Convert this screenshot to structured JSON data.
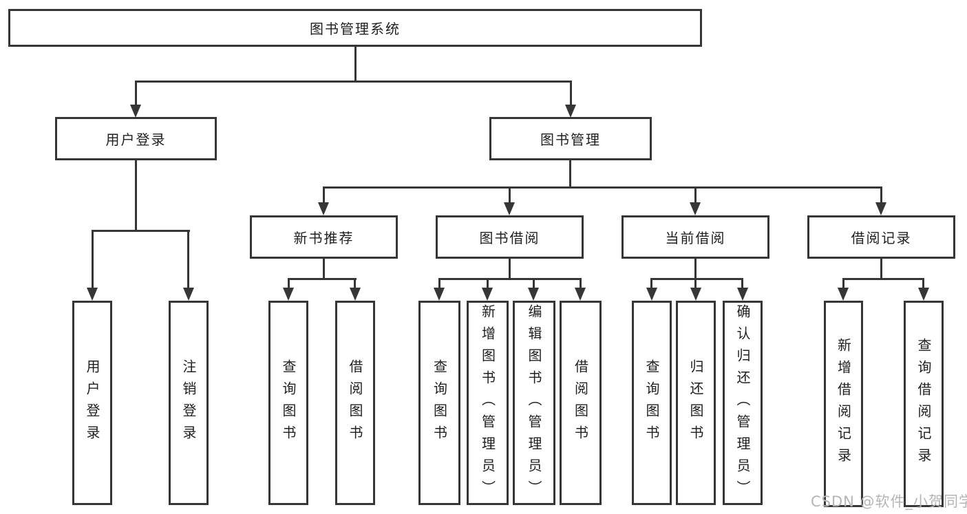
{
  "diagram": {
    "title": "图书管理系统",
    "level2": [
      "用户登录",
      "图书管理"
    ],
    "level3": [
      "新书推荐",
      "图书借阅",
      "当前借阅",
      "借阅记录"
    ],
    "leaves": {
      "user": [
        "用户登录",
        "注销登录"
      ],
      "recommend": [
        "查询图书",
        "借阅图书"
      ],
      "borrow": [
        "查询图书",
        "新增图书（管理员）",
        "编辑图书（管理员）",
        "借阅图书"
      ],
      "current": [
        "查询图书",
        "归还图书",
        "确认归还（管理员）"
      ],
      "records": [
        "新增借阅记录",
        "查询借阅记录"
      ]
    }
  },
  "watermark": "CSDN @软件_小贺同学",
  "colors": {
    "line": "#363636",
    "text": "#1f1f1f",
    "watermark": "#b5b5b5",
    "background": "#ffffff"
  }
}
